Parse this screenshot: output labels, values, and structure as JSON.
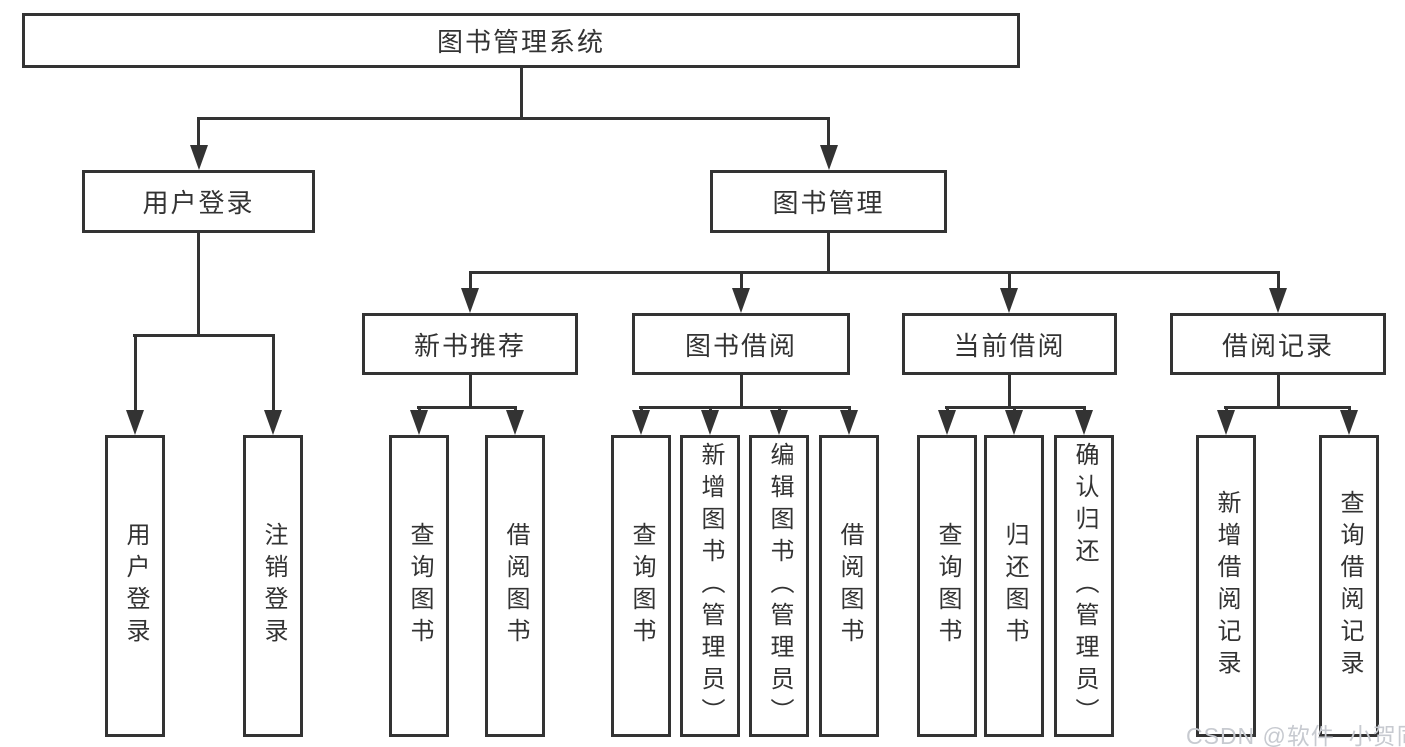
{
  "tree": {
    "label": "图书管理系统",
    "children": [
      {
        "label": "用户登录",
        "children": [
          {
            "label": "用户登录"
          },
          {
            "label": "注销登录"
          }
        ]
      },
      {
        "label": "图书管理",
        "children": [
          {
            "label": "新书推荐",
            "children": [
              {
                "label": "查询图书"
              },
              {
                "label": "借阅图书"
              }
            ]
          },
          {
            "label": "图书借阅",
            "children": [
              {
                "label": "查询图书"
              },
              {
                "label": "新增图书（管理员）"
              },
              {
                "label": "编辑图书（管理员）"
              },
              {
                "label": "借阅图书"
              }
            ]
          },
          {
            "label": "当前借阅",
            "children": [
              {
                "label": "查询图书"
              },
              {
                "label": "归还图书"
              },
              {
                "label": "确认归还（管理员）"
              }
            ]
          },
          {
            "label": "借阅记录",
            "children": [
              {
                "label": "新增借阅记录"
              },
              {
                "label": "查询借阅记录"
              }
            ]
          }
        ]
      }
    ]
  },
  "watermark": "CSDN @软件_小贺同学",
  "colors": {
    "line": "#333333",
    "box_background": "#ffffff",
    "background": "#ffffff",
    "watermark": "#c7cad0"
  }
}
